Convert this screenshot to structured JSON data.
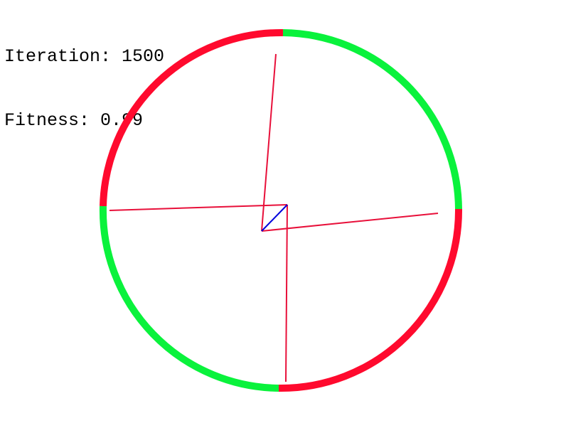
{
  "hud": {
    "iteration_label": "Iteration:",
    "iteration_value": "1500",
    "fitness_label": "Fitness:",
    "fitness_value": "0.99"
  },
  "colors": {
    "background": "#ffffff",
    "text": "#000000",
    "ring_red": "#ff0a2e",
    "ring_green": "#0af23c",
    "arm_line": "#e8103a",
    "diagonal_line": "#0000dd"
  }
}
